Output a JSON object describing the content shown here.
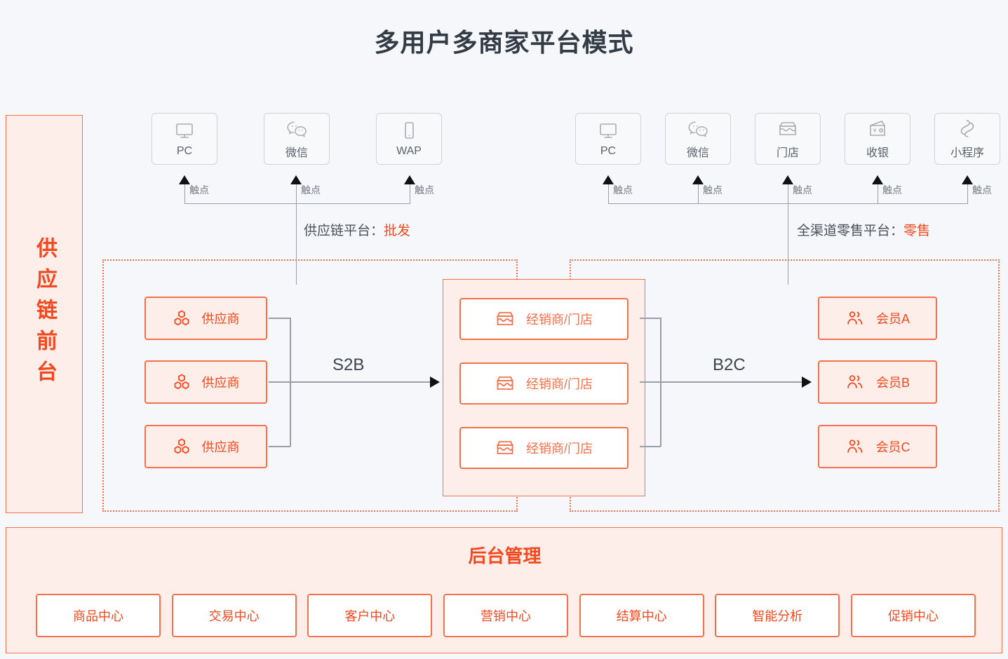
{
  "title": "多用户多商家平台模式",
  "sidebar": {
    "label": "供应链前台"
  },
  "touchpoint_label": "触点",
  "left_platform": {
    "prefix": "供应链平台：",
    "value": "批发"
  },
  "right_platform": {
    "prefix": "全渠道零售平台：",
    "value": "零售"
  },
  "left_channels": [
    {
      "label": "PC",
      "icon": "monitor-icon"
    },
    {
      "label": "微信",
      "icon": "wechat-icon"
    },
    {
      "label": "WAP",
      "icon": "mobile-icon"
    }
  ],
  "right_channels": [
    {
      "label": "PC",
      "icon": "monitor-icon"
    },
    {
      "label": "微信",
      "icon": "wechat-icon"
    },
    {
      "label": "门店",
      "icon": "store-icon"
    },
    {
      "label": "收银",
      "icon": "cashier-icon"
    },
    {
      "label": "小程序",
      "icon": "miniprogram-icon"
    }
  ],
  "suppliers": [
    {
      "label": "供应商",
      "icon": "hexagon-cluster-icon"
    },
    {
      "label": "供应商",
      "icon": "hexagon-cluster-icon"
    },
    {
      "label": "供应商",
      "icon": "hexagon-cluster-icon"
    }
  ],
  "dealers": [
    {
      "label": "经销商/门店",
      "icon": "shop-icon"
    },
    {
      "label": "经销商/门店",
      "icon": "shop-icon"
    },
    {
      "label": "经销商/门店",
      "icon": "shop-icon"
    }
  ],
  "members": [
    {
      "label": "会员A",
      "icon": "users-icon"
    },
    {
      "label": "会员B",
      "icon": "users-icon"
    },
    {
      "label": "会员C",
      "icon": "users-icon"
    }
  ],
  "flows": {
    "left": "S2B",
    "right": "B2C"
  },
  "admin": {
    "title": "后台管理",
    "modules": [
      "商品中心",
      "交易中心",
      "客户中心",
      "营销中心",
      "结算中心",
      "智能分析",
      "促销中心"
    ]
  },
  "colors": {
    "background": "#f5f7fa",
    "accent": "#f4714b",
    "accent_text": "#f4491f",
    "accent_fill": "#fdeeea",
    "title": "#333b45",
    "channel_border": "#cfd4da",
    "connector": "#9a9fa5"
  }
}
